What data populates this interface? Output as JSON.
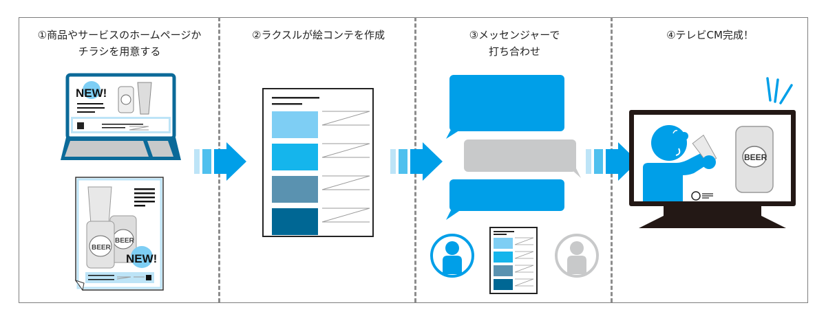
{
  "steps": [
    {
      "number": "①",
      "title": "商品やサービスのホームページか\nチラシを用意する"
    },
    {
      "number": "②",
      "title": "ラクスルが絵コンテを作成"
    },
    {
      "number": "③",
      "title": "メッセンジャーで\n打ち合わせ"
    },
    {
      "number": "④",
      "title": "テレビCM完成！"
    }
  ],
  "labels": {
    "new_badge": "NEW!",
    "beer": "BEER"
  },
  "colors": {
    "primary_blue": "#009fe8",
    "light_blue": "#7ecef4",
    "sky_blue": "#15b5ec",
    "steel_blue": "#5a92b0",
    "dark_blue": "#006794",
    "gray_bubble": "#c8c9ca",
    "border_gray": "#7d7d7d",
    "laptop_blue": "#0b6a99",
    "pale_blue": "#bde4f7"
  }
}
